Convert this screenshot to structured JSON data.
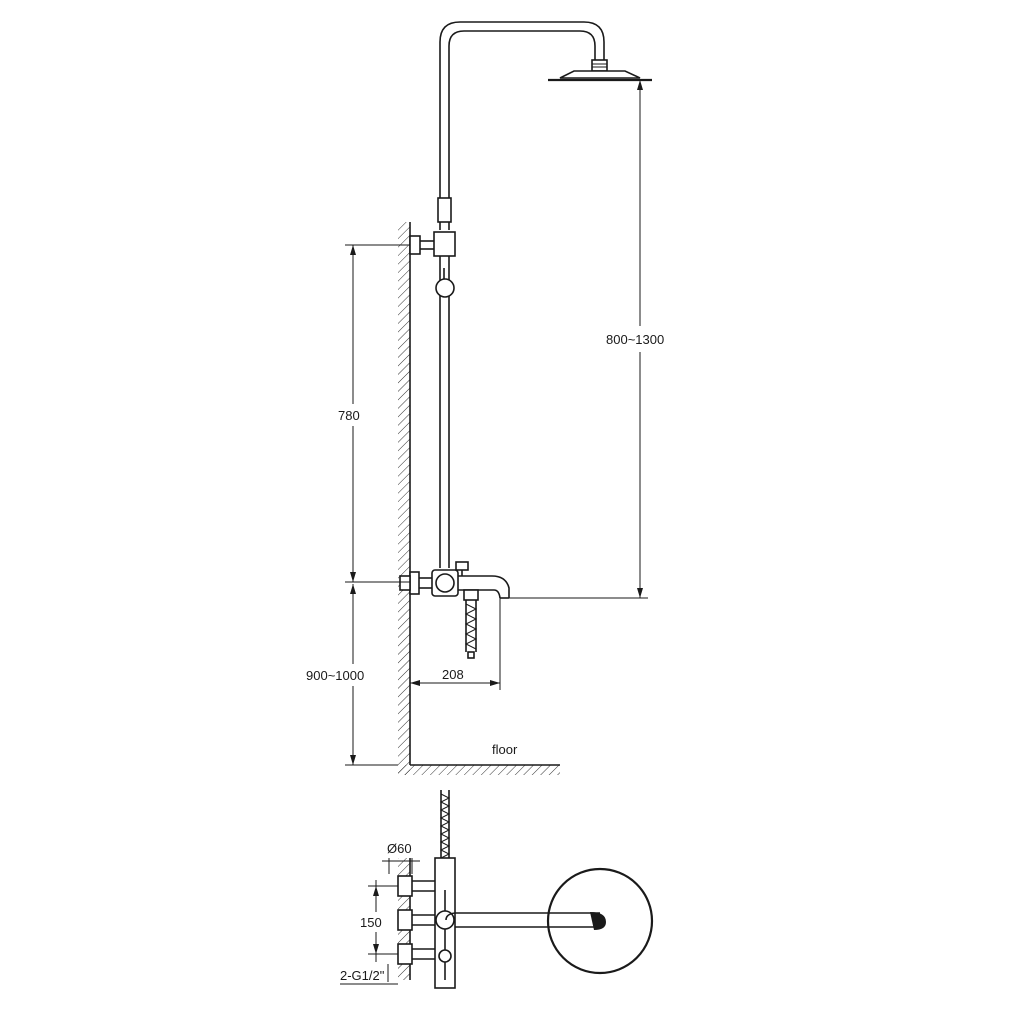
{
  "labels": {
    "shower_height": "800~1300",
    "bar_height": "780",
    "mixer_height": "900~1000",
    "spout_reach": "208",
    "floor": "floor",
    "diameter": "Ø60",
    "inlet_spacing": "150",
    "inlet_thread": "2-G1/2\""
  }
}
